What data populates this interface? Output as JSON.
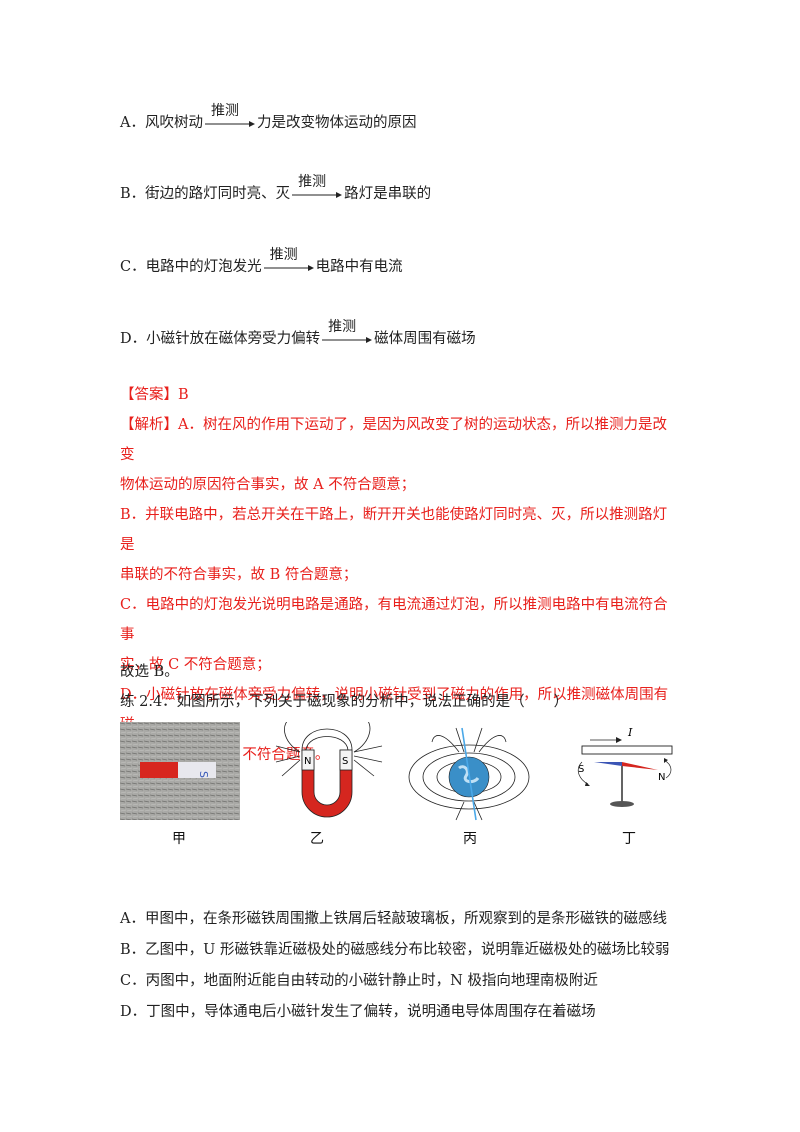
{
  "options_top": [
    {
      "letter": "A．",
      "left": "风吹树动",
      "arrow": "推测",
      "right": "力是改变物体运动的原因"
    },
    {
      "letter": "B．",
      "left": "街边的路灯同时亮、灭",
      "arrow": "推测",
      "right": "路灯是串联的"
    },
    {
      "letter": "C．",
      "left": "电路中的灯泡发光",
      "arrow": "推测",
      "right": "电路中有电流"
    },
    {
      "letter": "D．",
      "left": "小磁针放在磁体旁受力偏转",
      "arrow": "推测",
      "right": "磁体周围有磁场"
    }
  ],
  "answer": {
    "label": "【答案】B",
    "analysis_head": "【解析】",
    "lines": [
      "A．树在风的作用下运动了，是因为风改变了树的运动状态，所以推测力是改变",
      "物体运动的原因符合事实，故 A 不符合题意；",
      "B．并联电路中，若总开关在干路上，断开开关也能使路灯同时亮、灭，所以推测路灯是",
      "串联的不符合事实，故 B 符合题意；",
      "C．电路中的灯泡发光说明电路是通路，有电流通过灯泡，所以推测电路中有电流符合事",
      "实，故 C 不符合题意；",
      "D．小磁针放在磁体旁受力偏转，说明小磁针受到了磁力的作用，所以推测磁体周围有磁",
      "场符合事实，故 D 不符合题意。"
    ],
    "conclusion": "故选 B。"
  },
  "question": {
    "stem": "练 2.4．如图所示，下列关于磁现象的分析中，说法正确的是（　　）",
    "figures": [
      "甲",
      "乙",
      "丙",
      "丁"
    ],
    "fig_labels": {
      "magnet_s": "S",
      "u_n": "N",
      "u_s": "S",
      "current": "I",
      "needle_s": "S",
      "needle_n": "N"
    },
    "options": [
      "A．甲图中，在条形磁铁周围撒上铁屑后轻敲玻璃板，所观察到的是条形磁铁的磁感线",
      "B．乙图中，U 形磁铁靠近磁极处的磁感线分布比较密，说明靠近磁极处的磁场比较弱",
      "C．丙图中，地面附近能自由转动的小磁针静止时，N 极指向地理南极附近",
      "D．丁图中，导体通电后小磁针发生了偏转，说明通电导体周围存在着磁场"
    ]
  },
  "colors": {
    "answer_red": "#e8201c",
    "text": "#222222"
  }
}
